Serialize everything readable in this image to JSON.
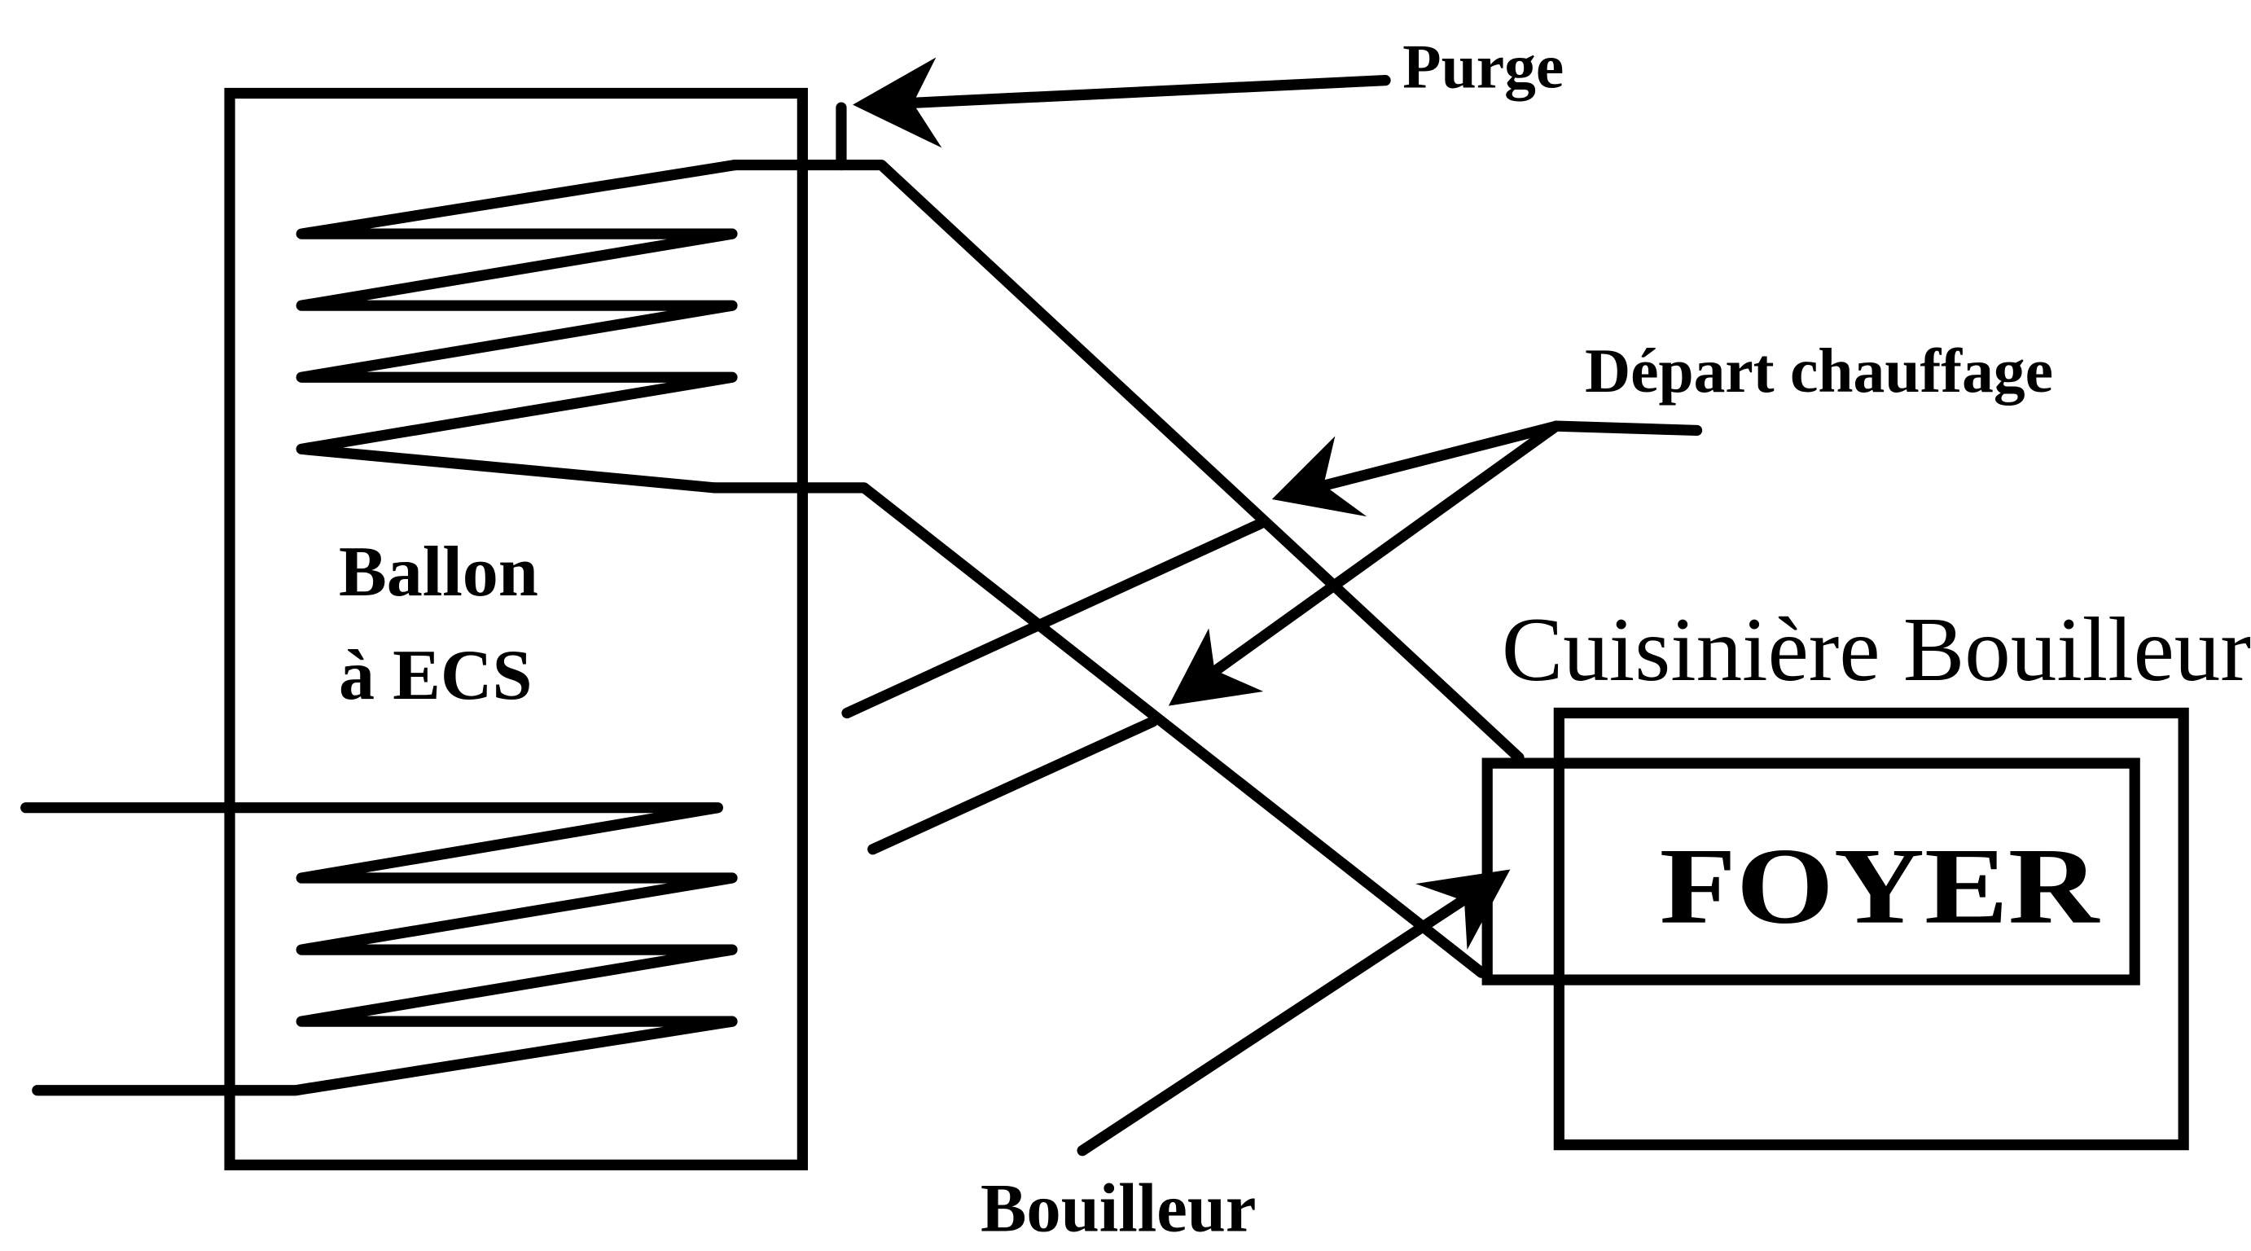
{
  "labels": {
    "purge": "Purge",
    "depart_chauffage": "Départ chauffage",
    "ballon_line1": "Ballon",
    "ballon_line2": "à ECS",
    "cuisiniere": "Cuisinière Bouilleur",
    "foyer": "FOYER",
    "bouilleur": "Bouilleur"
  }
}
